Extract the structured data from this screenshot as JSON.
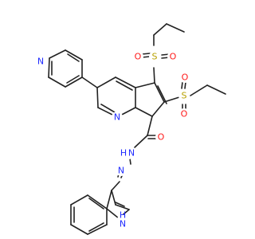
{
  "figure": {
    "title": "",
    "colors": {
      "bond": "#222222",
      "nitrogen": "#1f2bff",
      "oxygen": "#ff1a1a",
      "sulfur": "#b8a100",
      "background": "#ffffff"
    }
  },
  "atoms": {
    "pyridine_N": "N",
    "ring_N": "N",
    "so2_top_S": "S",
    "so2_top_O1": "O",
    "so2_top_O2": "O",
    "so2_right_S": "S",
    "so2_right_O1": "O",
    "so2_right_O2": "O",
    "carbonyl_O": "O",
    "amide_NH": "N",
    "amide_H": "H",
    "imine_N": "N",
    "indole_NH": "N",
    "indole_H": "H"
  }
}
